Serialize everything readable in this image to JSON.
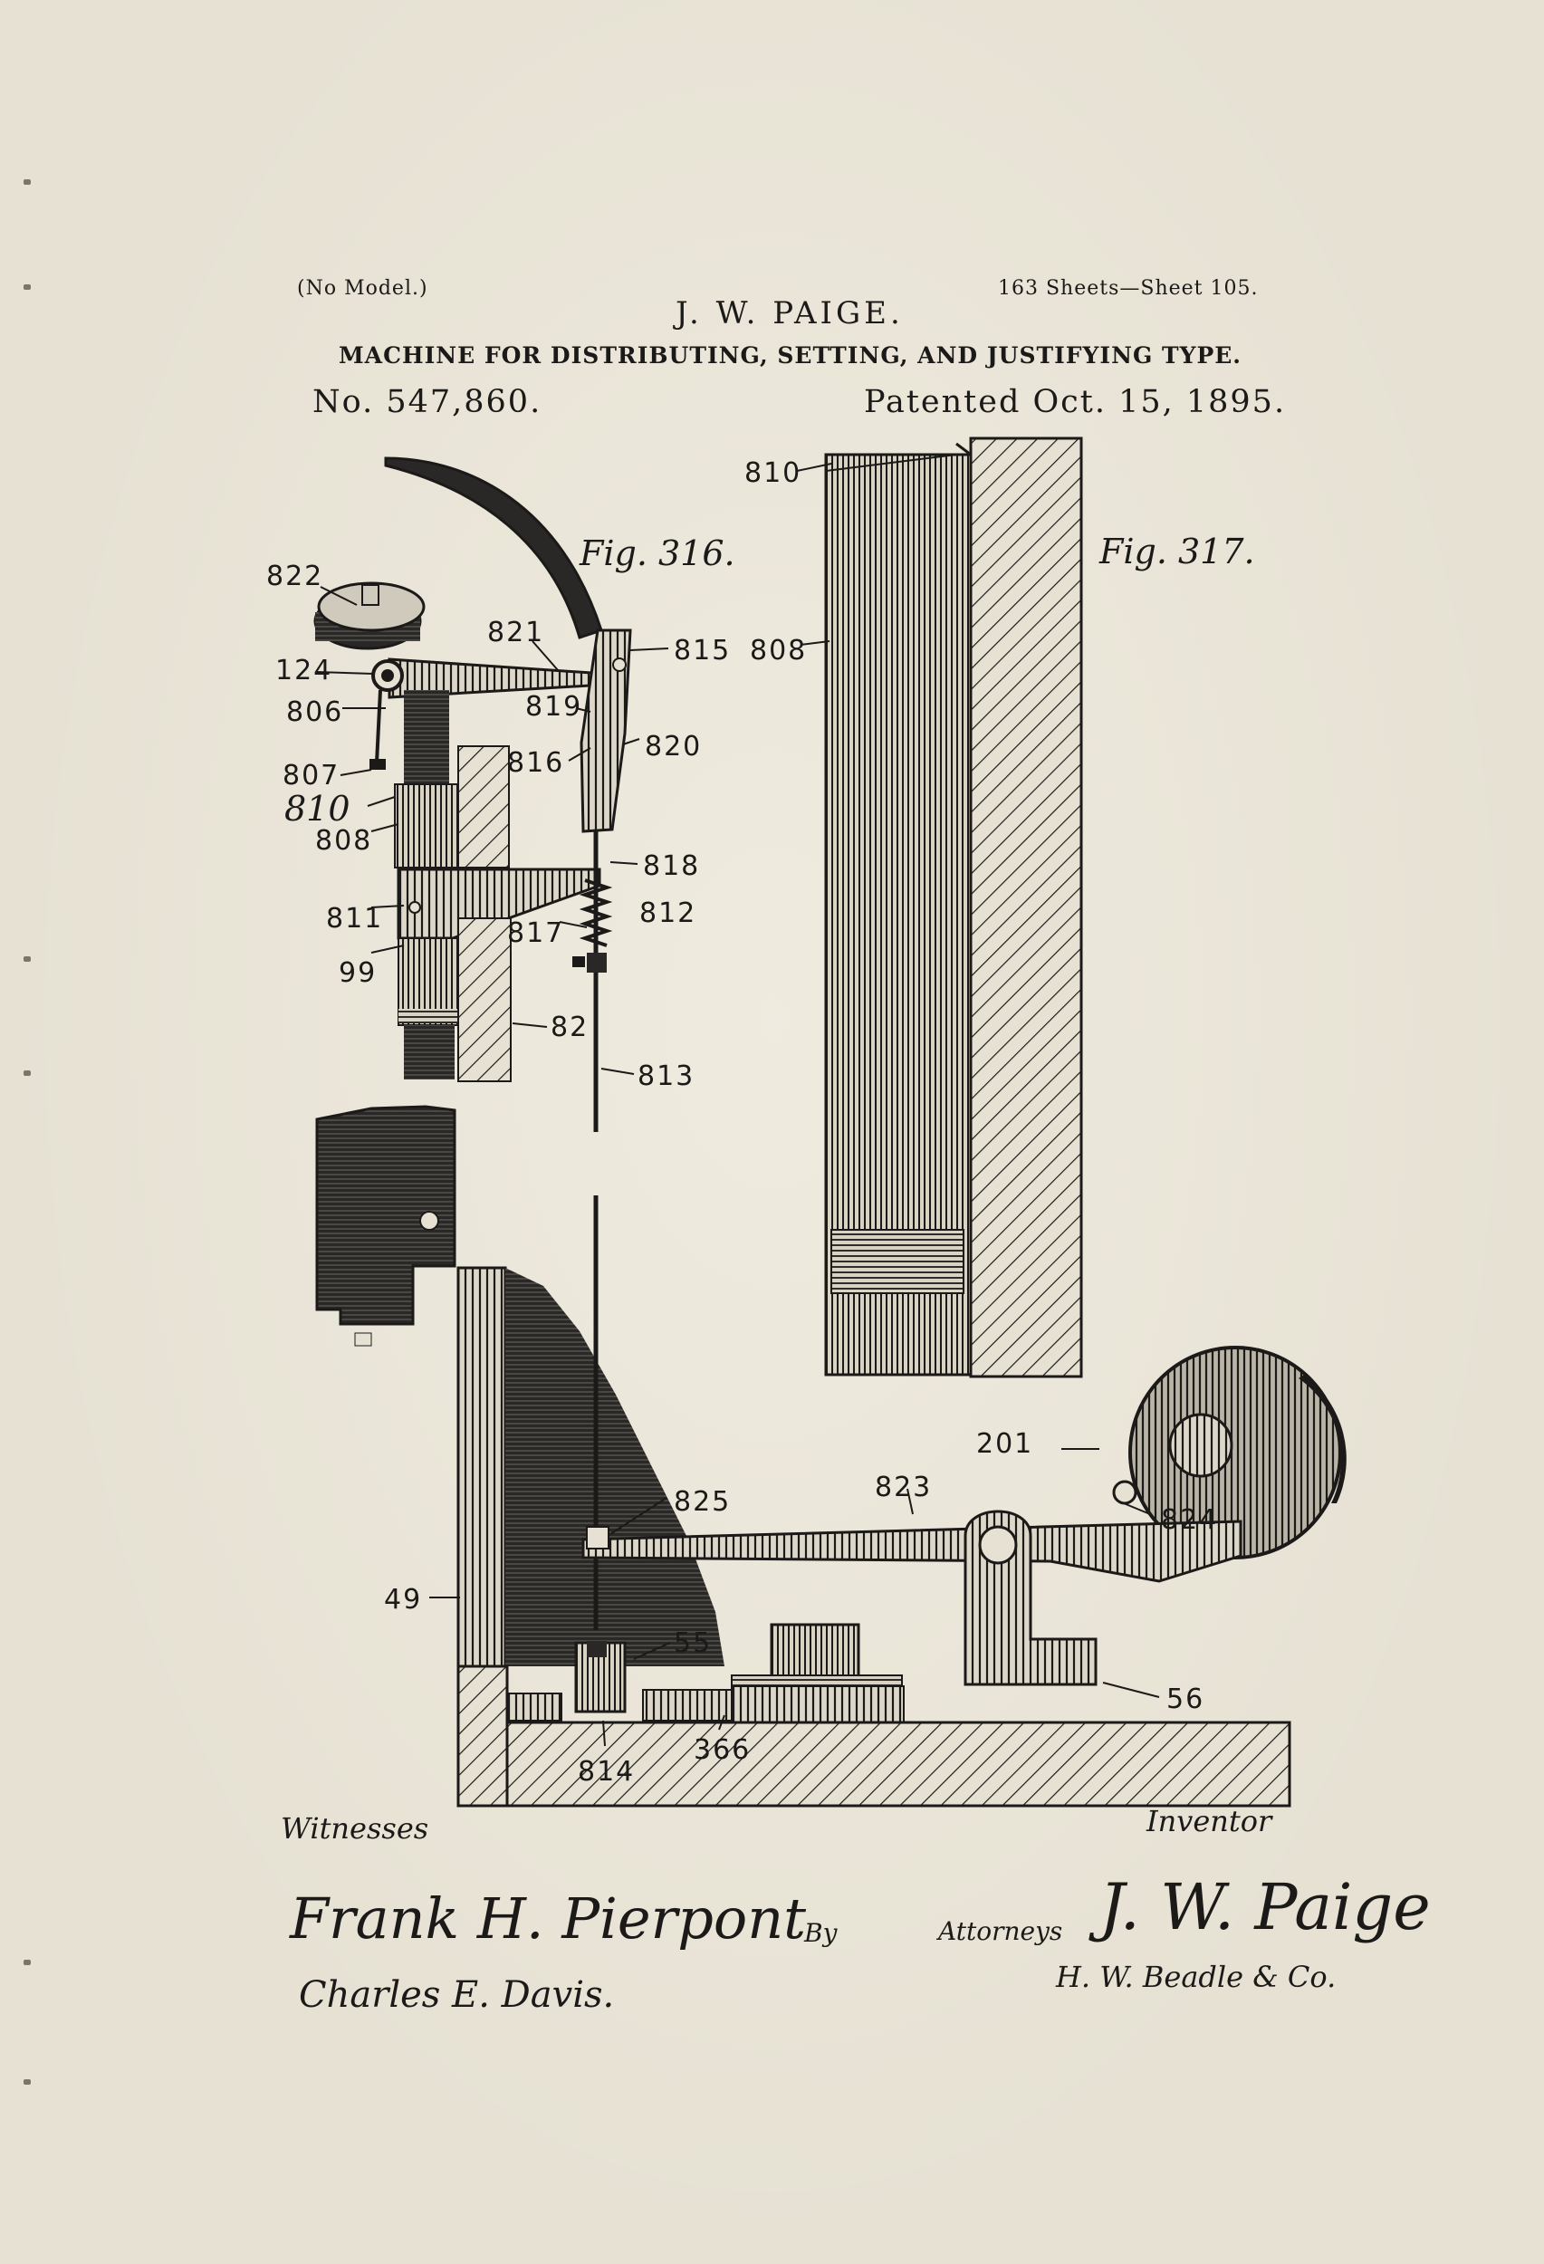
{
  "header": {
    "model": "(No Model.)",
    "sheets": "163 Sheets—Sheet 105.",
    "inventor_name": "J. W. PAIGE.",
    "invention_title": "MACHINE FOR DISTRIBUTING, SETTING, AND JUSTIFYING TYPE.",
    "patent_number": "No. 547,860.",
    "patent_date": "Patented Oct. 15, 1895."
  },
  "figures": {
    "fig316": "Fig. 316.",
    "fig317": "Fig. 317."
  },
  "labels": {
    "l822": "822",
    "l821": "821",
    "l815": "815",
    "l124": "124",
    "l806": "806",
    "l819": "819",
    "l820": "820",
    "l816": "816",
    "l807": "807",
    "l810a": "810",
    "l808a": "808",
    "l818": "818",
    "l811": "811",
    "l812": "812",
    "l817": "817",
    "l99": "99",
    "l82": "82",
    "l813": "813",
    "l810b": "810",
    "l808b": "808",
    "l201": "201",
    "l823": "823",
    "l825": "825",
    "l824": "824",
    "l49": "49",
    "l55": "55",
    "l56": "56",
    "l814": "814",
    "l366": "366"
  },
  "footer": {
    "witnesses_label": "Witnesses",
    "witness1": "Frank H. Pierpont",
    "witness2": "Charles E. Davis.",
    "by": "By",
    "attorneys": "Attorneys",
    "inventor_label": "Inventor",
    "inventor_signature": "J. W. Paige",
    "attorney_signature": "H. W. Beadle & Co."
  }
}
